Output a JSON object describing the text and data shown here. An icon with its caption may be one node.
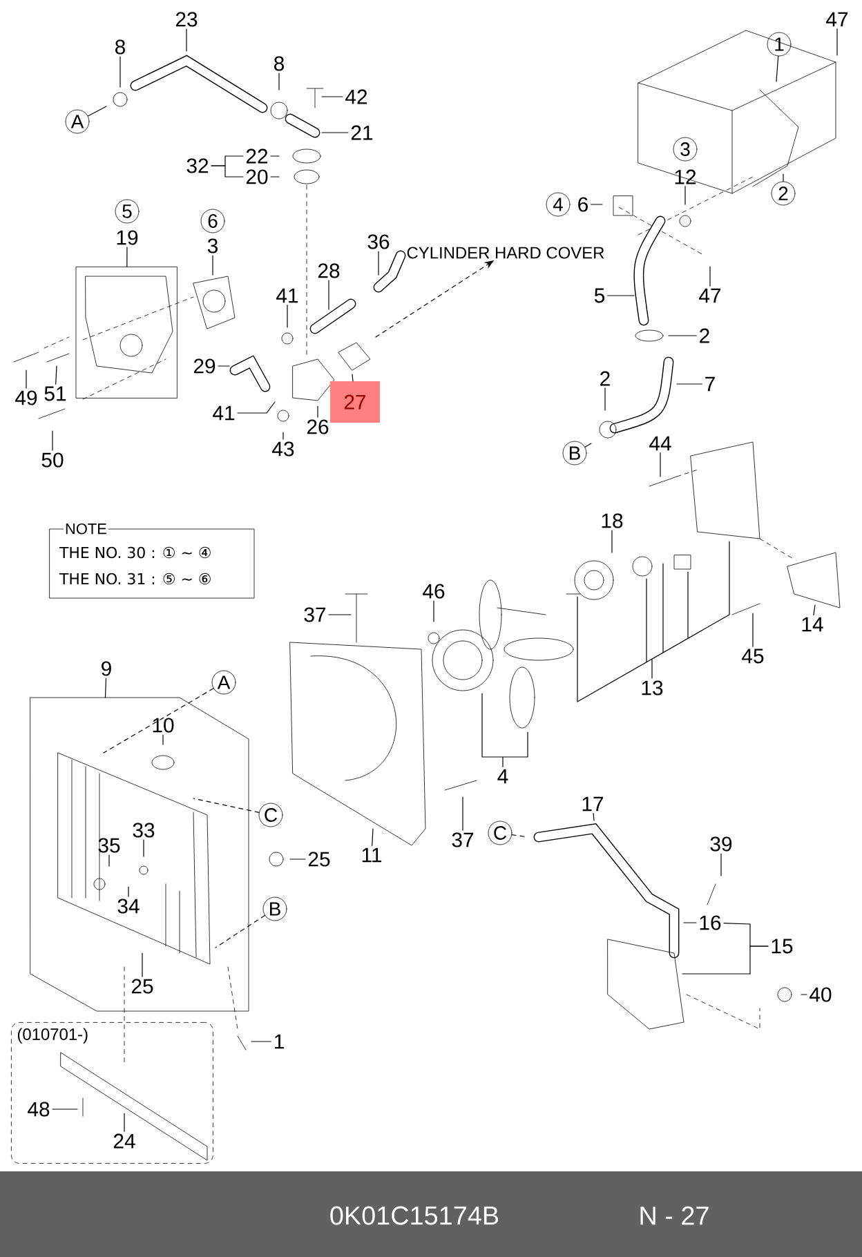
{
  "diagram": {
    "nodes": [
      {
        "text": [
          "23"
        ]
      },
      {
        "text": [
          "A"
        ]
      },
      {
        "text": [
          "8"
        ]
      },
      {
        "text": [
          "8"
        ]
      },
      {
        "text": [
          "42"
        ]
      },
      {
        "text": [
          "21"
        ]
      },
      {
        "text": [
          "22"
        ]
      },
      {
        "text": [
          "20"
        ]
      },
      {
        "text": [
          "32"
        ]
      },
      {
        "text": [
          "5"
        ]
      },
      {
        "text": [
          "19"
        ]
      },
      {
        "text": [
          "6"
        ]
      },
      {
        "text": [
          "3"
        ]
      },
      {
        "text": [
          "49"
        ]
      },
      {
        "text": [
          "51"
        ]
      },
      {
        "text": [
          "50"
        ]
      },
      {
        "text": [
          "41"
        ]
      },
      {
        "text": [
          "29"
        ]
      },
      {
        "text": [
          "41"
        ]
      },
      {
        "text": [
          "43"
        ]
      },
      {
        "text": [
          "26"
        ]
      },
      {
        "text": [
          "27"
        ]
      },
      {
        "text": [
          "28"
        ]
      },
      {
        "text": [
          "36"
        ]
      },
      {
        "text": [
          "CYLINDER HARD COVER"
        ]
      },
      {
        "text": [
          "47"
        ]
      },
      {
        "text": [
          "1"
        ]
      },
      {
        "text": [
          "3"
        ]
      },
      {
        "text": [
          "12"
        ]
      },
      {
        "text": [
          "4"
        ]
      },
      {
        "text": [
          "6"
        ]
      },
      {
        "text": [
          "47"
        ]
      },
      {
        "text": [
          "2"
        ]
      },
      {
        "text": [
          "5"
        ]
      },
      {
        "text": [
          "2"
        ]
      },
      {
        "text": [
          "2"
        ]
      },
      {
        "text": [
          "7"
        ]
      },
      {
        "text": [
          "B"
        ]
      },
      {
        "text": [
          "44"
        ]
      },
      {
        "text": [
          "NOTE",
          "THE NO. 30 : ① ~ ④",
          "THE NO. 31 : ⑤ ~ ⑥"
        ]
      },
      {
        "text": [
          "18"
        ]
      },
      {
        "text": [
          "37"
        ]
      },
      {
        "text": [
          "46"
        ]
      },
      {
        "text": [
          "14"
        ]
      },
      {
        "text": [
          "45"
        ]
      },
      {
        "text": [
          "13"
        ]
      },
      {
        "text": [
          "4"
        ]
      },
      {
        "text": [
          "9"
        ]
      },
      {
        "text": [
          "A"
        ]
      },
      {
        "text": [
          "10"
        ],
        "in": 70
      },
      {
        "text": [
          "C"
        ]
      },
      {
        "text": [
          "33"
        ],
        "in": 70
      },
      {
        "text": [
          "35"
        ],
        "in": 70
      },
      {
        "text": [
          "34"
        ],
        "in": 70
      },
      {
        "text": [
          "25"
        ]
      },
      {
        "text": [
          "B"
        ]
      },
      {
        "text": [
          "25"
        ],
        "in": 70
      },
      {
        "text": [
          "11"
        ]
      },
      {
        "text": [
          "37"
        ]
      },
      {
        "text": [
          "C"
        ]
      },
      {
        "text": [
          "17"
        ]
      },
      {
        "text": [
          "39"
        ]
      },
      {
        "text": [
          "16"
        ]
      },
      {
        "text": [
          "15"
        ]
      },
      {
        "text": [
          "40"
        ]
      },
      {
        "text": [
          "1"
        ]
      },
      {
        "text": [
          "(010701-)"
        ]
      },
      {
        "text": [
          "48"
        ],
        "in": 66
      },
      {
        "text": [
          "24"
        ],
        "in": 66
      },
      {
        "text": [],
        "shape": "box"
      },
      {
        "text": [],
        "shape": "box"
      }
    ],
    "edges": [
      {
        "from": 0,
        "to": null,
        "arrow": "none"
      },
      {
        "from": 1,
        "to": null,
        "arrow": "none"
      },
      {
        "from": 2,
        "to": null,
        "arrow": "none"
      },
      {
        "from": 3,
        "to": null,
        "arrow": "none"
      },
      {
        "from": 4,
        "to": null,
        "arrow": "none"
      },
      {
        "from": 5,
        "to": null,
        "arrow": "none"
      },
      {
        "from": 6,
        "to": null,
        "arrow": "none"
      },
      {
        "from": 7,
        "to": null,
        "arrow": "none"
      },
      {
        "from": 8,
        "to": 6,
        "arrow": "none"
      },
      {
        "from": 8,
        "to": 7,
        "arrow": "none"
      },
      {
        "from": 10,
        "to": 69,
        "arrow": "none"
      },
      {
        "from": 12,
        "to": null,
        "arrow": "none"
      },
      {
        "from": 13,
        "to": null,
        "arrow": "none"
      },
      {
        "from": 14,
        "to": null,
        "arrow": "none"
      },
      {
        "from": 15,
        "to": null,
        "arrow": "none"
      },
      {
        "from": 16,
        "to": null,
        "arrow": "none"
      },
      {
        "from": 17,
        "to": null,
        "arrow": "none"
      },
      {
        "from": 18,
        "to": null,
        "arrow": "none"
      },
      {
        "from": 19,
        "to": null,
        "arrow": "none"
      },
      {
        "from": 20,
        "to": null,
        "arrow": "none"
      },
      {
        "from": 21,
        "to": null,
        "arrow": "none"
      },
      {
        "from": 22,
        "to": null,
        "arrow": "none"
      },
      {
        "from": 23,
        "to": null,
        "arrow": "none"
      },
      {
        "from": null,
        "to": 24,
        "arrow": "to",
        "style": "dashed"
      },
      {
        "from": 25,
        "to": null,
        "arrow": "none"
      },
      {
        "from": 26,
        "to": null,
        "arrow": "none"
      },
      {
        "from": 28,
        "to": null,
        "arrow": "none"
      },
      {
        "from": 30,
        "to": null,
        "arrow": "none"
      },
      {
        "from": 31,
        "to": null,
        "arrow": "none"
      },
      {
        "from": 32,
        "to": null,
        "arrow": "none"
      },
      {
        "from": 33,
        "to": null,
        "arrow": "none"
      },
      {
        "from": 34,
        "to": null,
        "arrow": "none"
      },
      {
        "from": 35,
        "to": null,
        "arrow": "none"
      },
      {
        "from": 36,
        "to": null,
        "arrow": "none"
      },
      {
        "from": 37,
        "to": null,
        "arrow": "none"
      },
      {
        "from": 38,
        "to": null,
        "arrow": "none"
      },
      {
        "from": 40,
        "to": null,
        "arrow": "none"
      },
      {
        "from": 41,
        "to": null,
        "arrow": "none"
      },
      {
        "from": 42,
        "to": null,
        "arrow": "none"
      },
      {
        "from": 43,
        "to": null,
        "arrow": "none"
      },
      {
        "from": 44,
        "to": null,
        "arrow": "none"
      },
      {
        "from": 45,
        "to": null,
        "arrow": "none"
      },
      {
        "from": 46,
        "to": null,
        "arrow": "none"
      },
      {
        "from": 47,
        "to": 70,
        "arrow": "none"
      },
      {
        "from": 48,
        "to": null,
        "arrow": "none",
        "style": "dashed"
      },
      {
        "from": 49,
        "to": null,
        "arrow": "none"
      },
      {
        "from": 50,
        "to": null,
        "arrow": "none",
        "style": "dashed"
      },
      {
        "from": 51,
        "to": null,
        "arrow": "none"
      },
      {
        "from": 52,
        "to": null,
        "arrow": "none"
      },
      {
        "from": 53,
        "to": null,
        "arrow": "none"
      },
      {
        "from": 54,
        "to": null,
        "arrow": "none"
      },
      {
        "from": 55,
        "to": null,
        "arrow": "none",
        "style": "dashed"
      },
      {
        "from": 56,
        "to": null,
        "arrow": "none"
      },
      {
        "from": 57,
        "to": null,
        "arrow": "none"
      },
      {
        "from": 58,
        "to": null,
        "arrow": "none"
      },
      {
        "from": 59,
        "to": null,
        "arrow": "none",
        "style": "dashed"
      },
      {
        "from": 60,
        "to": null,
        "arrow": "none"
      },
      {
        "from": 61,
        "to": null,
        "arrow": "none"
      },
      {
        "from": 62,
        "to": null,
        "arrow": "none"
      },
      {
        "from": 63,
        "to": 62,
        "arrow": "none"
      },
      {
        "from": 63,
        "to": null,
        "arrow": "none"
      },
      {
        "from": 64,
        "to": null,
        "arrow": "none"
      },
      {
        "from": 65,
        "to": null,
        "arrow": "none"
      },
      {
        "from": 67,
        "to": null,
        "arrow": "none"
      },
      {
        "from": 68,
        "to": null,
        "arrow": "none"
      }
    ],
    "labels": [
      "0K01C15174B",
      "N - 27"
    ]
  }
}
